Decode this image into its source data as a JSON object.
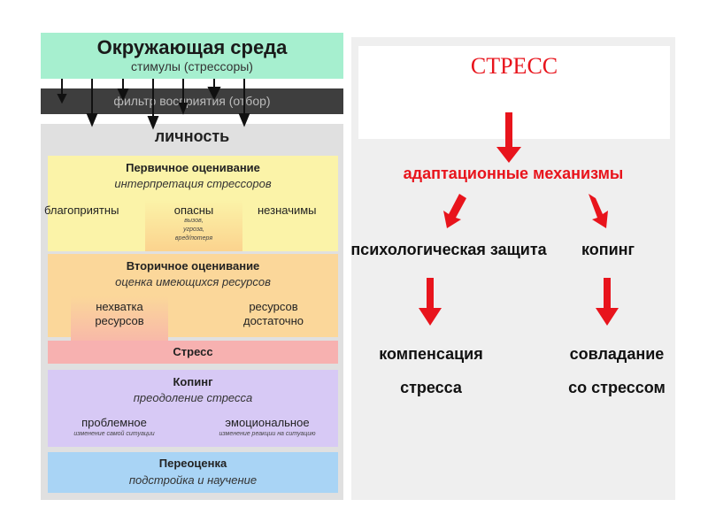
{
  "left": {
    "environment": {
      "title": "Окружающая среда",
      "subtitle": "стимулы (стрессоры)"
    },
    "filter": "фильтр восприятия (отбор)",
    "personality": "личность",
    "primary": {
      "title": "Первичное оценивание",
      "subtitle": "интерпретация стрессоров",
      "options": [
        "благоприятны",
        "опасны",
        "незначимы"
      ],
      "danger_note": [
        "вызов,",
        "угроза,",
        "вред/потеря"
      ]
    },
    "secondary": {
      "title": "Вторичное оценивание",
      "subtitle": "оценка имеющихся ресурсов",
      "lack": [
        "нехватка",
        "ресурсов"
      ],
      "enough": [
        "ресурсов",
        "достаточно"
      ]
    },
    "stress": "Стресс",
    "coping": {
      "title": "Копинг",
      "subtitle": "преодоление стресса",
      "problem": "проблемное",
      "problem_note": "изменение самой ситуации",
      "emotional": "эмоциональное",
      "emotional_note": "изменение реакции на ситуацию"
    },
    "reappraisal": {
      "title": "Переоценка",
      "subtitle": "подстройка и научение"
    }
  },
  "right": {
    "title": "СТРЕСС",
    "mechanisms": "адаптационные механизмы",
    "psych_defense": "психологическая защита",
    "coping": "копинг",
    "compensation": [
      "компенсация",
      "стресса"
    ],
    "coping_result": [
      "совладание",
      "со стрессом"
    ],
    "accent": "#e8141c"
  }
}
